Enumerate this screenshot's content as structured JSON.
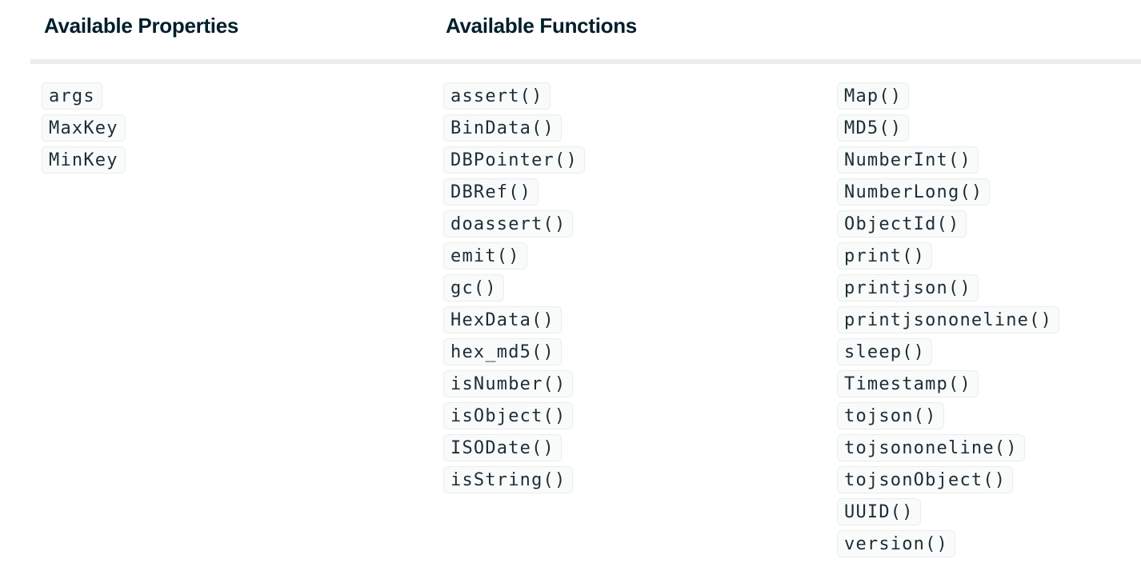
{
  "headers": {
    "properties": "Available Properties",
    "functions": "Available Functions"
  },
  "properties": [
    "args",
    "MaxKey",
    "MinKey"
  ],
  "functions": {
    "column1": [
      "assert()",
      "BinData()",
      "DBPointer()",
      "DBRef()",
      "doassert()",
      "emit()",
      "gc()",
      "HexData()",
      "hex_md5()",
      "isNumber()",
      "isObject()",
      "ISODate()",
      "isString()"
    ],
    "column2": [
      "Map()",
      "MD5()",
      "NumberInt()",
      "NumberLong()",
      "ObjectId()",
      "print()",
      "printjson()",
      "printjsononeline()",
      "sleep()",
      "Timestamp()",
      "tojson()",
      "tojsononeline()",
      "tojsonObject()",
      "UUID()",
      "version()"
    ]
  },
  "colors": {
    "page_background": "#FFFFFF",
    "header_text": "#001E2B",
    "chip_text": "#1C2D38",
    "chip_background": "#F9FBFA",
    "chip_border": "#E8EDEB",
    "divider": "#E9ECEB"
  }
}
